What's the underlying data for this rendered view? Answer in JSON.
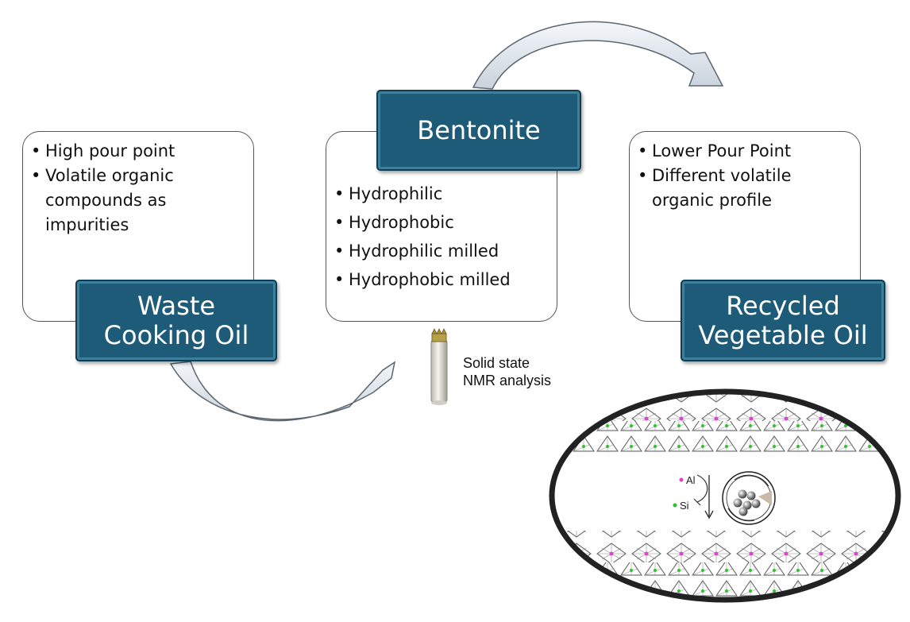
{
  "waste_card": {
    "items": [
      "High pour point",
      "Volatile organic compounds as impurities"
    ]
  },
  "waste_box": {
    "line1": "Waste",
    "line2": "Cooking Oil"
  },
  "bentonite_card": {
    "items": [
      "Hydrophilic",
      "Hydrophobic",
      "Hydrophilic milled",
      "Hydrophobic milled"
    ]
  },
  "bentonite_box": {
    "label": "Bentonite"
  },
  "recycled_card": {
    "items": [
      "Lower Pour Point",
      "Different volatile organic profile"
    ]
  },
  "recycled_box": {
    "line1": "Recycled",
    "line2": "Vegetable Oil"
  },
  "nmr": {
    "line1": "Solid state",
    "line2": "NMR analysis"
  },
  "inset": {
    "al_label": "Al",
    "si_label": "Si",
    "al_color": "#e040d0",
    "si_color": "#30c030"
  },
  "colors": {
    "box_fill": "#1e5b78",
    "arrow_fill": "#dfe6ee"
  }
}
